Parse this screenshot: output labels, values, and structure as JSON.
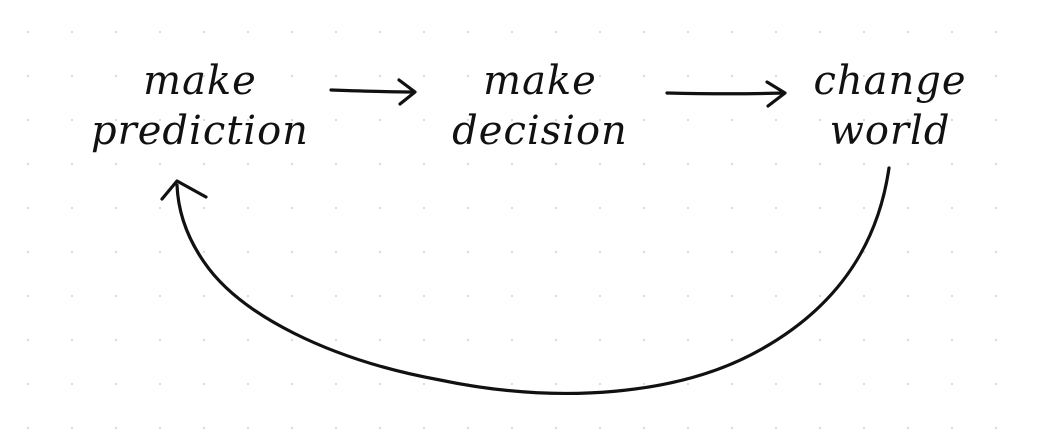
{
  "nodes": [
    {
      "line1": "make",
      "line2": "prediction"
    },
    {
      "line1": "make",
      "line2": "decision"
    },
    {
      "line1": "change",
      "line2": "world"
    }
  ],
  "colors": {
    "ink": "#111111",
    "background": "#ffffff",
    "grid_dot": "#d7d7d7"
  }
}
